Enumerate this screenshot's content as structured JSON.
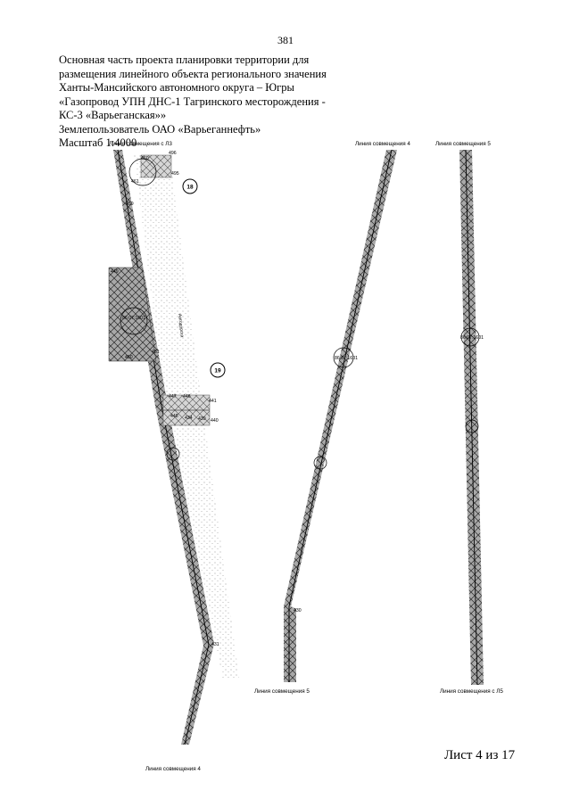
{
  "page_number": "381",
  "title_lines": [
    "Основная часть проекта планировки территории для",
    "размещения линейного объекта регионального значения",
    "Ханты-Мансийского автономного округа – Югры",
    "«Газопровод УПН ДНС-1 Тагринского месторождения -",
    "КС-3 «Варьеганская»»",
    "Землепользователь ОАО «Варьеганнефть»",
    "Масштаб 1:4000"
  ],
  "sheet_label": "Лист 4 из 17",
  "map": {
    "match_lines": {
      "top_left": "Линия совмещения  с Л3",
      "top_middle": "Линия совмещения  4",
      "top_right": "Линия совмещения  5",
      "bottom_middle": "Линия совмещения  5",
      "bottom_right": "Линия совмещения  с Л5",
      "bottom_left": "Линия совмещения 4"
    },
    "circled_numbers": [
      "18",
      "19"
    ],
    "cadastral_labels": [
      "86:07:1601",
      "86:07:1601",
      "86:07:1601"
    ],
    "road_label": "Автодорога",
    "point_labels": [
      "496",
      "495",
      "460",
      "461",
      "459",
      "449",
      "450",
      "451",
      "447",
      "446",
      "448",
      "434",
      "441",
      "440",
      "439",
      "430",
      "431"
    ],
    "colors": {
      "corridor_fill": "#a8a8a8",
      "hatch": "#2a2a2a",
      "road_dots": "#8a8a8a"
    }
  }
}
